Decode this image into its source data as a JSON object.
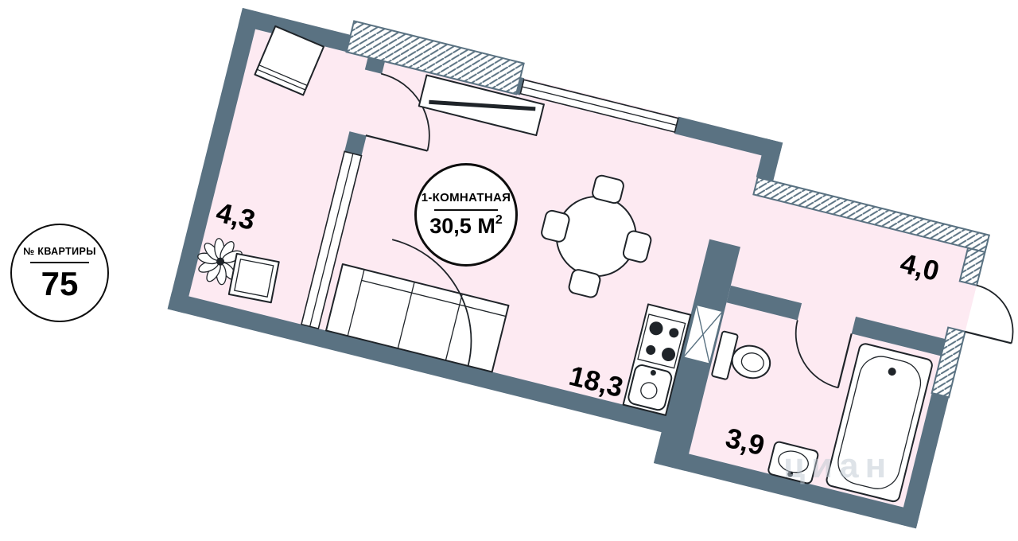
{
  "badge": {
    "label": "№ КВАРТИРЫ",
    "number": "75"
  },
  "circle": {
    "type": "1-КОМНАТНАЯ",
    "area_main": "30,5 М",
    "area_sup": "2"
  },
  "rooms": {
    "loggia": "4,3",
    "living": "18,3",
    "bathroom": "3,9",
    "hallway": "4,0"
  },
  "watermark": {
    "text": "циан"
  },
  "colors": {
    "wall": "#5a7282",
    "floor": "#fdeaf2",
    "line": "#1f2429"
  }
}
